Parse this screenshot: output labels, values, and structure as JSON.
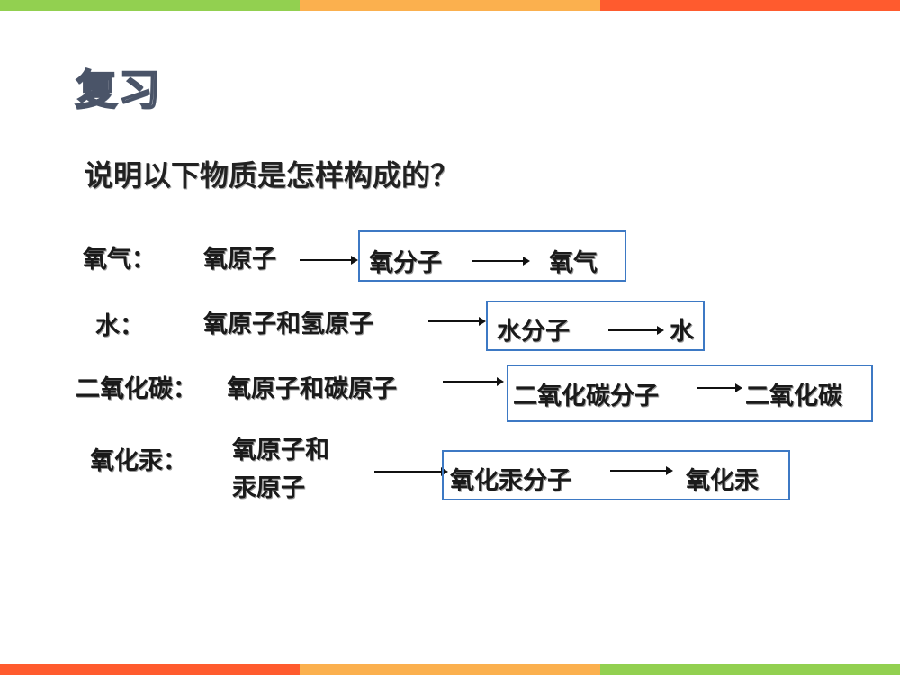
{
  "colors": {
    "green": "#92d050",
    "orange": "#fbb04e",
    "red": "#ff5b2e",
    "box_border": "#3d79c4",
    "title_stroke": "#4a5468"
  },
  "slide": {
    "title": "复习",
    "question": "说明以下物质是怎样构成的？",
    "rows": [
      {
        "label": "氧气：",
        "atoms": "氧原子",
        "molecule": "氧分子",
        "substance": "氧气"
      },
      {
        "label": "水：",
        "atoms": "氧原子和氢原子",
        "molecule": "水分子",
        "substance": "水"
      },
      {
        "label": "二氧化碳：",
        "atoms": "氧原子和碳原子",
        "molecule": "二氧化碳分子",
        "substance": "二氧化碳"
      },
      {
        "label": "氧化汞：",
        "atoms_line1": "氧原子和",
        "atoms_line2": "汞原子",
        "molecule": "氧化汞分子",
        "substance": "氧化汞"
      }
    ]
  }
}
